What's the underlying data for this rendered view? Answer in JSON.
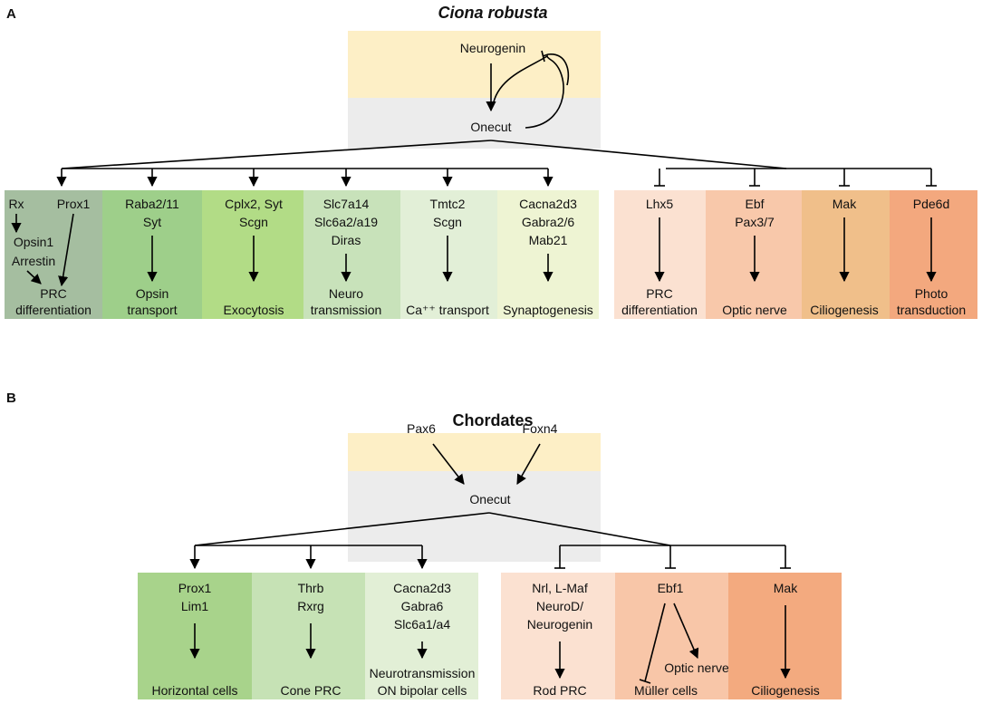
{
  "colors": {
    "upper_box": "#fdefc6",
    "lower_box": "#ececec",
    "greens": [
      "#a5bea0",
      "#9ecf8a",
      "#b2dc86",
      "#c8e2ba",
      "#e2efd7",
      "#eef4d3"
    ],
    "oranges": [
      "#fbe1d1",
      "#f8c8aa",
      "#f0bf8a",
      "#f3a87e"
    ],
    "b_greens": [
      "#a8d38b",
      "#c6e2b5",
      "#e2efd6"
    ],
    "b_oranges": [
      "#fbe1d1",
      "#f8c6a8",
      "#f3aa7f"
    ]
  },
  "panel_a": {
    "letter": "A",
    "title": "Ciona robusta",
    "top_node": "Neurogenin",
    "center_node": "Onecut",
    "activated": [
      {
        "top_lines": [
          "Rx",
          "Prox1"
        ],
        "mid_lines": [
          "Opsin1",
          "Arrestin"
        ],
        "bottom_lines": [
          "PRC",
          "differentiation"
        ]
      },
      {
        "top_lines": [
          "Raba2/11",
          "Syt"
        ],
        "bottom_lines": [
          "Opsin",
          "transport"
        ]
      },
      {
        "top_lines": [
          "Cplx2, Syt",
          "Scgn"
        ],
        "bottom_lines": [
          "Exocytosis"
        ]
      },
      {
        "top_lines": [
          "Slc7a14",
          "Slc6a2/a19",
          "Diras"
        ],
        "bottom_lines": [
          "Neuro",
          "transmission"
        ]
      },
      {
        "top_lines": [
          "Tmtc2",
          "Scgn"
        ],
        "bottom_lines": [
          "Ca⁺⁺ transport"
        ]
      },
      {
        "top_lines": [
          "Cacna2d3",
          "Gabra2/6",
          "Mab21"
        ],
        "bottom_lines": [
          "Synaptogenesis"
        ]
      }
    ],
    "repressed": [
      {
        "top_lines": [
          "Lhx5"
        ],
        "bottom_lines": [
          "PRC",
          "differentiation"
        ]
      },
      {
        "top_lines": [
          "Ebf",
          "Pax3/7"
        ],
        "bottom_lines": [
          "Optic nerve"
        ]
      },
      {
        "top_lines": [
          "Mak"
        ],
        "bottom_lines": [
          "Ciliogenesis"
        ]
      },
      {
        "top_lines": [
          "Pde6d"
        ],
        "bottom_lines": [
          "Photo",
          "transduction"
        ]
      }
    ]
  },
  "panel_b": {
    "letter": "B",
    "title": "Chordates",
    "top_nodes": [
      "Pax6",
      "Foxn4"
    ],
    "center_node": "Onecut",
    "activated": [
      {
        "top_lines": [
          "Prox1",
          "Lim1"
        ],
        "bottom_lines": [
          "Horizontal cells"
        ]
      },
      {
        "top_lines": [
          "Thrb",
          "Rxrg"
        ],
        "bottom_lines": [
          "Cone PRC"
        ]
      },
      {
        "top_lines": [
          "Cacna2d3",
          "Gabra6",
          "Slc6a1/a4"
        ],
        "bottom_lines": [
          "Neurotransmission",
          "ON bipolar cells"
        ]
      }
    ],
    "repressed": [
      {
        "top_lines": [
          "Nrl, L-Maf",
          "NeuroD/",
          "Neurogenin"
        ],
        "bottom_lines": [
          "Rod PRC"
        ]
      },
      {
        "top_lines": [
          "Ebf1"
        ],
        "bottom_lines": [
          "Optic nerve",
          "Müller cells"
        ]
      },
      {
        "top_lines": [
          "Mak"
        ],
        "bottom_lines": [
          "Ciliogenesis"
        ]
      }
    ]
  }
}
